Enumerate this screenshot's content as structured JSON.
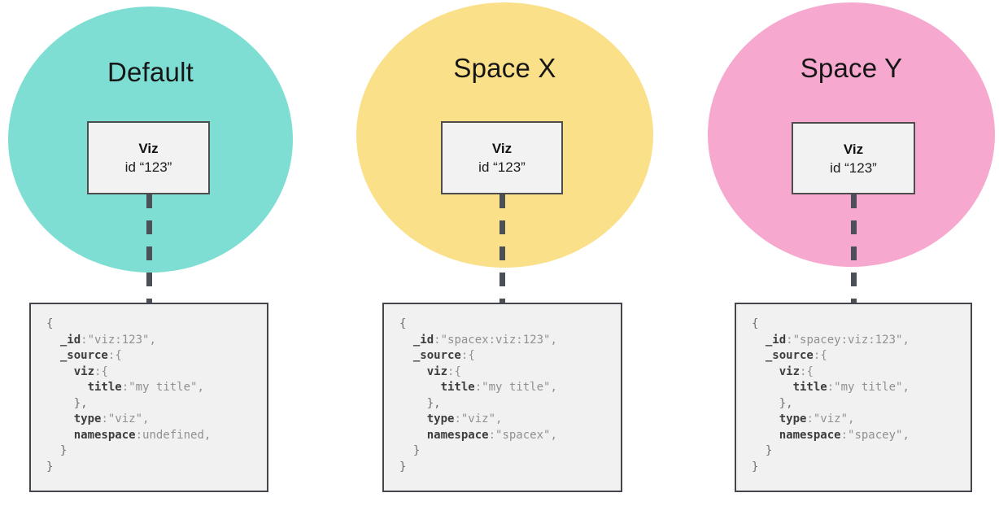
{
  "colors": {
    "default_circle": "#7FDED3",
    "spacex_circle": "#FBE08A",
    "spacey_circle": "#F6A8CE",
    "connector_dash": "#4A5056",
    "card_background": "#F1F1F1",
    "card_border": "#45454E",
    "viz_node_background": "#F2F2F2",
    "viz_node_border": "#4D4D4D",
    "code_key": "#3D3D3D",
    "code_value": "#909090",
    "code_brace": "#6F6F6F"
  },
  "spaces": [
    {
      "label": "Default",
      "circle_color": "#7FDED3",
      "viz": {
        "title": "Viz",
        "id_line": "id “123”"
      },
      "code": [
        [
          [
            "brace",
            "{"
          ]
        ],
        [
          [
            "pun",
            "  "
          ],
          [
            "key",
            "_id"
          ],
          [
            "pun",
            ":"
          ],
          [
            "str",
            "\"viz:123\","
          ]
        ],
        [
          [
            "pun",
            "  "
          ],
          [
            "key",
            "_source"
          ],
          [
            "pun",
            ":"
          ],
          [
            "str",
            "{"
          ]
        ],
        [
          [
            "pun",
            "    "
          ],
          [
            "key",
            "viz"
          ],
          [
            "pun",
            ":"
          ],
          [
            "str",
            "{"
          ]
        ],
        [
          [
            "pun",
            "      "
          ],
          [
            "key",
            "title"
          ],
          [
            "pun",
            ":"
          ],
          [
            "str",
            "\"my title\","
          ]
        ],
        [
          [
            "brace",
            "    },"
          ]
        ],
        [
          [
            "pun",
            "    "
          ],
          [
            "key",
            "type"
          ],
          [
            "pun",
            ":"
          ],
          [
            "str",
            "\"viz\","
          ]
        ],
        [
          [
            "pun",
            "    "
          ],
          [
            "key",
            "namespace"
          ],
          [
            "pun",
            ":"
          ],
          [
            "str",
            "undefined,"
          ]
        ],
        [
          [
            "brace",
            "  }"
          ]
        ],
        [
          [
            "brace",
            "}"
          ]
        ]
      ]
    },
    {
      "label": "Space X",
      "circle_color": "#FBE08A",
      "viz": {
        "title": "Viz",
        "id_line": "id “123”"
      },
      "code": [
        [
          [
            "brace",
            "{"
          ]
        ],
        [
          [
            "pun",
            "  "
          ],
          [
            "key",
            "_id"
          ],
          [
            "pun",
            ":"
          ],
          [
            "str",
            "\"spacex:viz:123\","
          ]
        ],
        [
          [
            "pun",
            "  "
          ],
          [
            "key",
            "_source"
          ],
          [
            "pun",
            ":"
          ],
          [
            "str",
            "{"
          ]
        ],
        [
          [
            "pun",
            "    "
          ],
          [
            "key",
            "viz"
          ],
          [
            "pun",
            ":"
          ],
          [
            "str",
            "{"
          ]
        ],
        [
          [
            "pun",
            "      "
          ],
          [
            "key",
            "title"
          ],
          [
            "pun",
            ":"
          ],
          [
            "str",
            "\"my title\","
          ]
        ],
        [
          [
            "brace",
            "    },"
          ]
        ],
        [
          [
            "pun",
            "    "
          ],
          [
            "key",
            "type"
          ],
          [
            "pun",
            ":"
          ],
          [
            "str",
            "\"viz\","
          ]
        ],
        [
          [
            "pun",
            "    "
          ],
          [
            "key",
            "namespace"
          ],
          [
            "pun",
            ":"
          ],
          [
            "str",
            "\"spacex\","
          ]
        ],
        [
          [
            "brace",
            "  }"
          ]
        ],
        [
          [
            "brace",
            "}"
          ]
        ]
      ]
    },
    {
      "label": "Space Y",
      "circle_color": "#F6A8CE",
      "viz": {
        "title": "Viz",
        "id_line": "id “123”"
      },
      "code": [
        [
          [
            "brace",
            "{"
          ]
        ],
        [
          [
            "pun",
            "  "
          ],
          [
            "key",
            "_id"
          ],
          [
            "pun",
            ":"
          ],
          [
            "str",
            "\"spacey:viz:123\","
          ]
        ],
        [
          [
            "pun",
            "  "
          ],
          [
            "key",
            "_source"
          ],
          [
            "pun",
            ":"
          ],
          [
            "str",
            "{"
          ]
        ],
        [
          [
            "pun",
            "    "
          ],
          [
            "key",
            "viz"
          ],
          [
            "pun",
            ":"
          ],
          [
            "str",
            "{"
          ]
        ],
        [
          [
            "pun",
            "      "
          ],
          [
            "key",
            "title"
          ],
          [
            "pun",
            ":"
          ],
          [
            "str",
            "\"my title\","
          ]
        ],
        [
          [
            "brace",
            "    },"
          ]
        ],
        [
          [
            "pun",
            "    "
          ],
          [
            "key",
            "type"
          ],
          [
            "pun",
            ":"
          ],
          [
            "str",
            "\"viz\","
          ]
        ],
        [
          [
            "pun",
            "    "
          ],
          [
            "key",
            "namespace"
          ],
          [
            "pun",
            ":"
          ],
          [
            "str",
            "\"spacey\","
          ]
        ],
        [
          [
            "brace",
            "  }"
          ]
        ],
        [
          [
            "brace",
            "}"
          ]
        ]
      ]
    }
  ]
}
